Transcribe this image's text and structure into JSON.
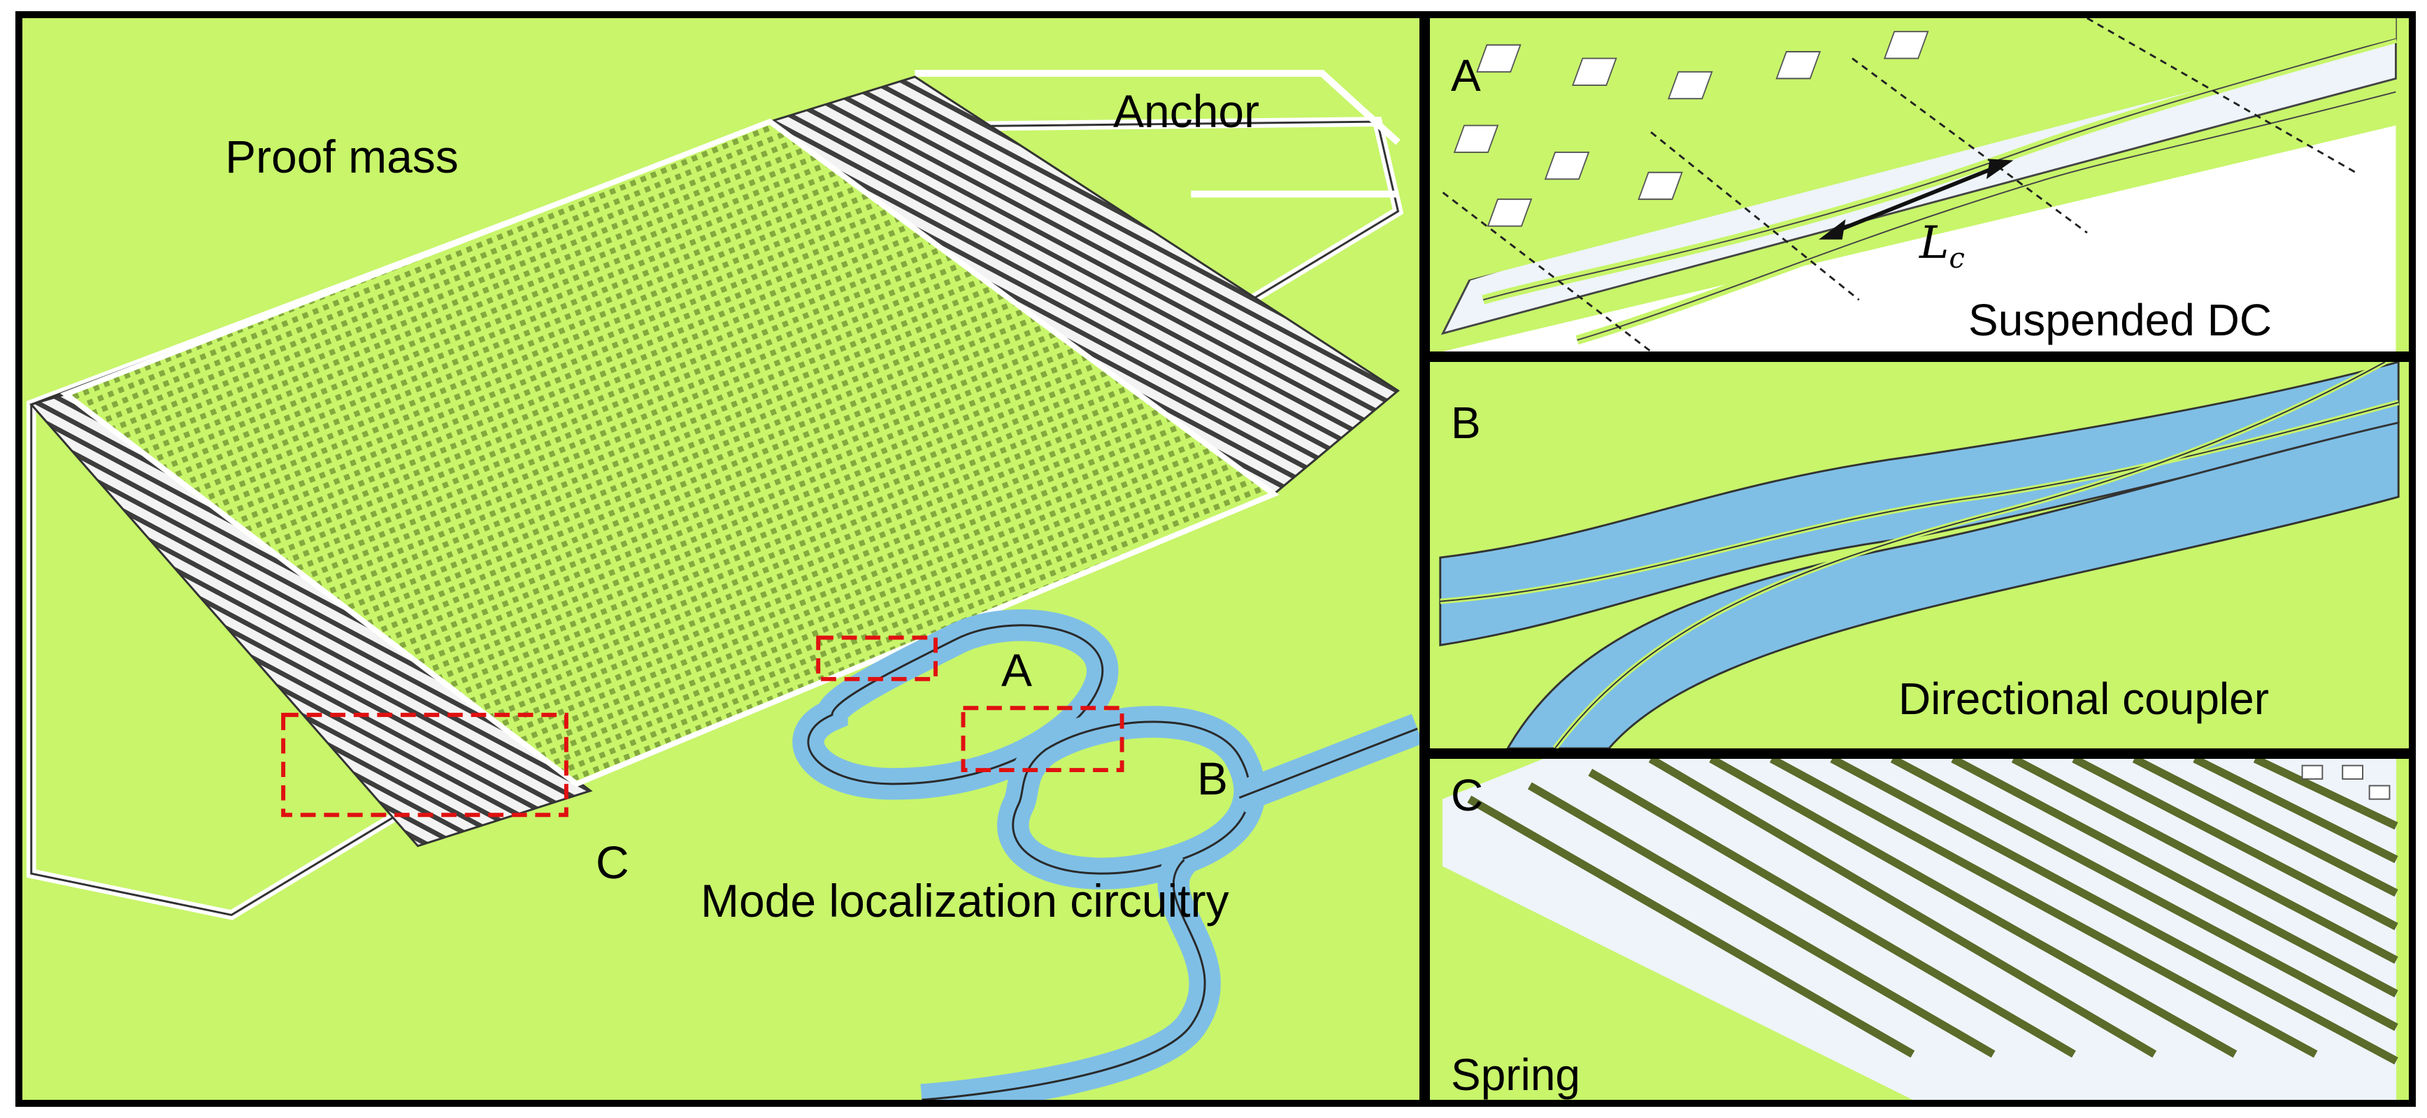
{
  "main_panel": {
    "labels": {
      "proof_mass": "Proof mass",
      "anchor": "Anchor",
      "mode_localization": "Mode localization circuitry",
      "a": "A",
      "b": "B",
      "c": "C"
    }
  },
  "panel_a": {
    "letter": "A",
    "caption": "Suspended DC",
    "length_symbol": "L",
    "length_subscript": "c"
  },
  "panel_b": {
    "letter": "B",
    "caption": "Directional coupler"
  },
  "panel_c": {
    "letter": "C",
    "caption": "Spring"
  },
  "colors": {
    "substrate": "#c8f56a",
    "waveguide": "#7fbfe6",
    "suspended": "#eef4fa",
    "highlight_box": "#e01010",
    "outline": "#2a2a2a"
  }
}
